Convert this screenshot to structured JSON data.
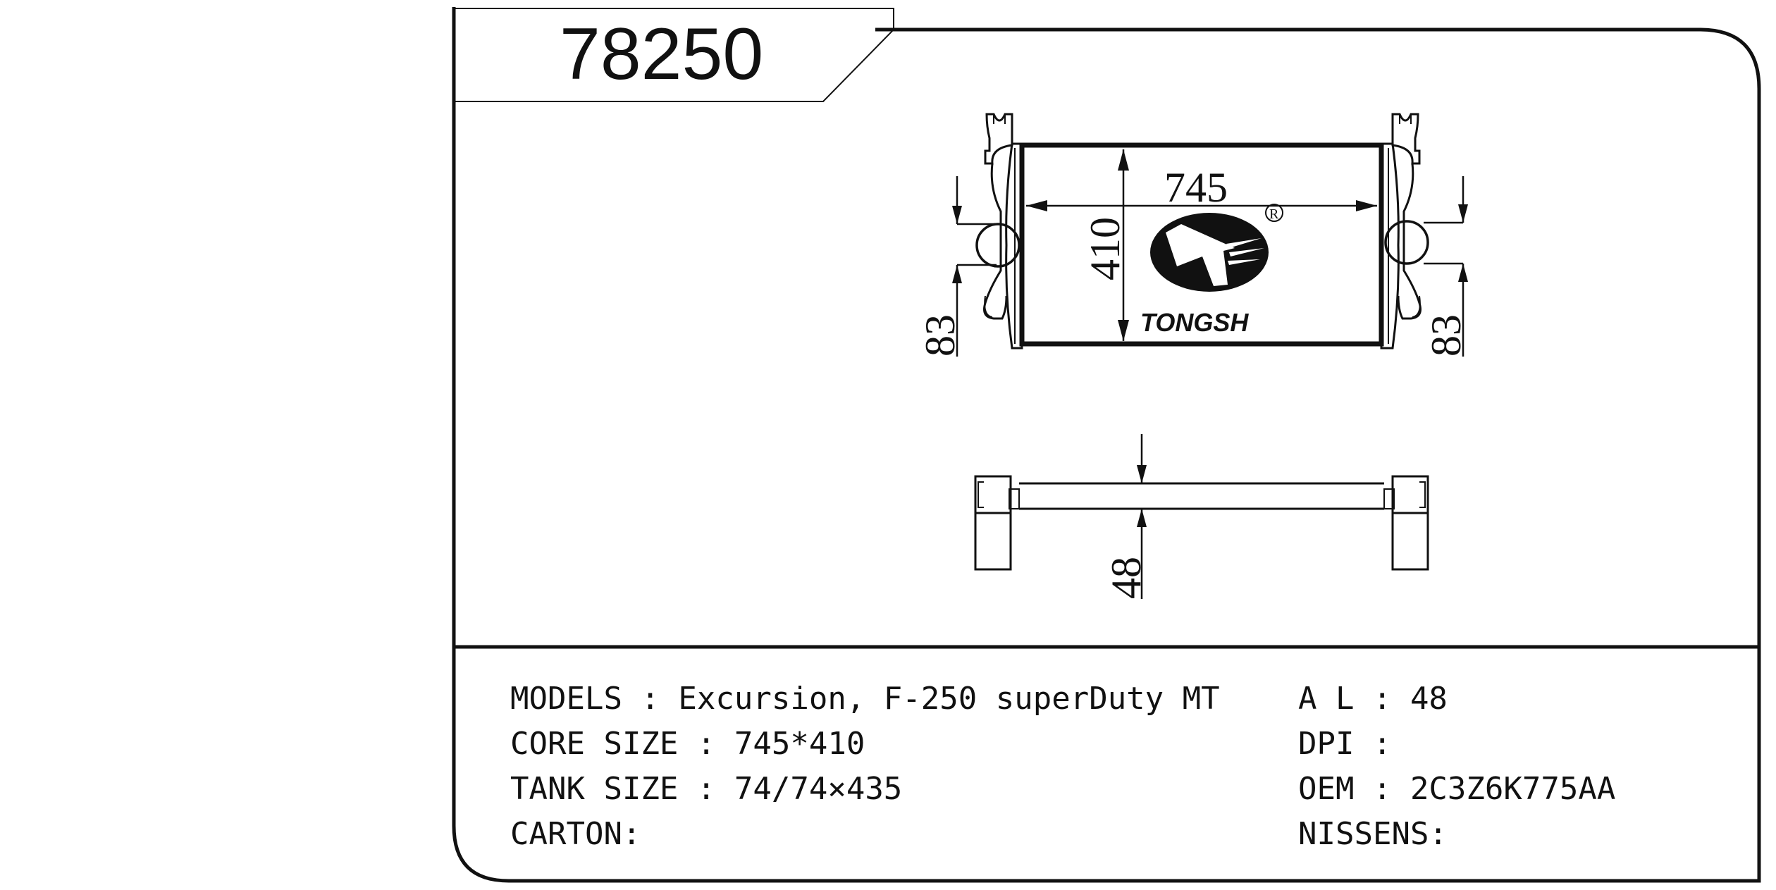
{
  "part_number": "78250",
  "brand": {
    "name": "TONGSH",
    "registered_mark": "R"
  },
  "dimensions": {
    "width": "745",
    "height": "410",
    "mount_left": "83",
    "mount_right": "83",
    "thickness": "48"
  },
  "specs": {
    "left": [
      "MODELS : Excursion, F-250 superDuty MT",
      "CORE SIZE : 745*410",
      "TANK SIZE : 74/74×435",
      "CARTON:"
    ],
    "right": [
      "A L : 48",
      "DPI :",
      "OEM : 2C3Z6K775AA",
      "NISSENS:"
    ]
  }
}
